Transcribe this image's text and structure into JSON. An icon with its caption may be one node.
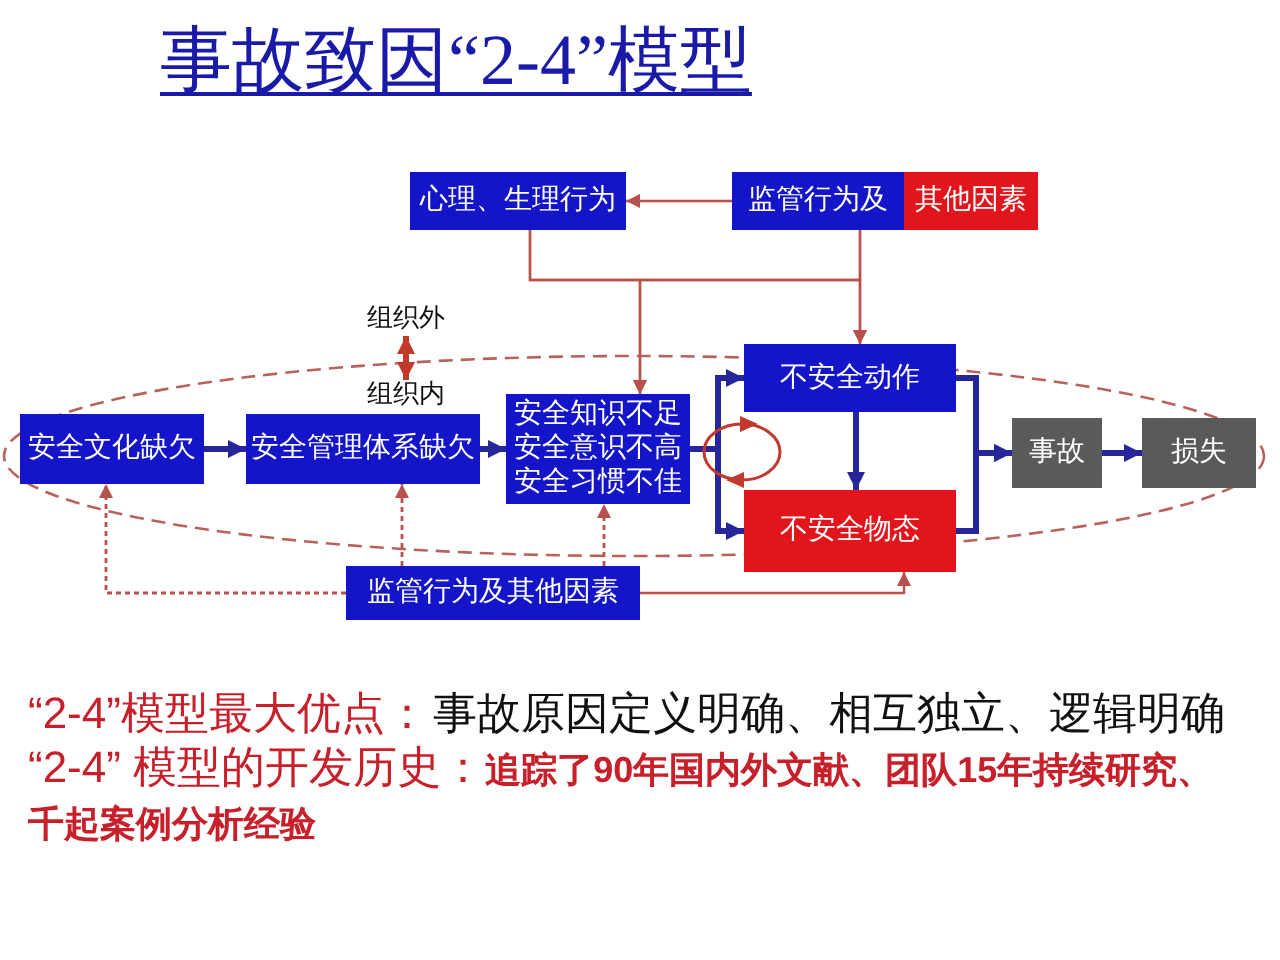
{
  "diagram": {
    "title": "事故致因“2-4”模型",
    "nodes": [
      {
        "text": [
          "心理、生理行为"
        ]
      },
      {
        "text": [
          "监管行为及",
          "其他因素"
        ]
      },
      {
        "text": [
          "组织外"
        ]
      },
      {
        "text": [
          "组织内"
        ]
      },
      {
        "text": [
          "安全文化缺欠"
        ]
      },
      {
        "text": [
          "安全管理体系缺欠"
        ]
      },
      {
        "text": [
          "安全知识不足",
          "安全意识不高",
          "安全习惯不佳"
        ]
      },
      {
        "text": [
          "不安全动作"
        ]
      },
      {
        "text": [
          "不安全物态"
        ]
      },
      {
        "text": [
          "事故"
        ]
      },
      {
        "text": [
          "损失"
        ]
      },
      {
        "text": [
          "监管行为及其他因素"
        ]
      }
    ],
    "edges": [
      {
        "from": 4,
        "to": 5,
        "arrow": "to",
        "style": "thick",
        "color": "#26269a"
      },
      {
        "from": 5,
        "to": 6,
        "arrow": "to",
        "style": "thick",
        "color": "#26269a"
      },
      {
        "from": 6,
        "to": 7,
        "arrow": "to",
        "style": "thick",
        "color": "#26269a"
      },
      {
        "from": 6,
        "to": 8,
        "arrow": "to",
        "style": "thick",
        "color": "#26269a"
      },
      {
        "from": 7,
        "to": 8,
        "arrow": "to",
        "style": "thick",
        "color": "#26269a"
      },
      {
        "from": 7,
        "to": 9,
        "arrow": "to",
        "style": "thick",
        "color": "#26269a"
      },
      {
        "from": 8,
        "to": 9,
        "arrow": "to",
        "style": "thick",
        "color": "#26269a"
      },
      {
        "from": 9,
        "to": 10,
        "arrow": "to",
        "style": "thick",
        "color": "#26269a"
      },
      {
        "from": 1,
        "to": 0,
        "arrow": "to"
      },
      {
        "from": 1,
        "to": 7,
        "arrow": "to"
      },
      {
        "from": 0,
        "to": 6,
        "arrow": "to"
      },
      {
        "from": 0,
        "to": 7,
        "arrow": "to"
      },
      {
        "from": 1,
        "to": 6,
        "arrow": "to"
      },
      {
        "from": 11,
        "to": 4,
        "arrow": "to",
        "style": "dashed"
      },
      {
        "from": 11,
        "to": 5,
        "arrow": "to",
        "style": "dashed"
      },
      {
        "from": 11,
        "to": 6,
        "arrow": "to",
        "style": "dashed"
      },
      {
        "from": 11,
        "to": 8,
        "arrow": "to"
      },
      {
        "from": 2,
        "to": 3,
        "arrow": "both",
        "style": "thick",
        "color": "#c0392b"
      }
    ],
    "labels": [
      "“2-4”模型最大优点：",
      "事故原因定义明确、相互独立、逻辑明确",
      "“2-4” 模型的开发历史：**追踪了90年国内外文献、团队15年持续研究、千起案例分析经验**"
    ]
  }
}
